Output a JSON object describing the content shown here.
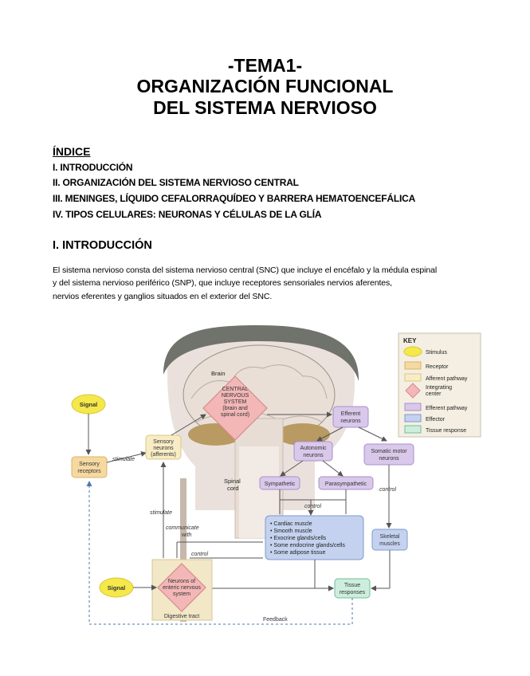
{
  "title": {
    "line1": "-TEMA1-",
    "line2": "ORGANIZACIÓN FUNCIONAL",
    "line3": "DEL SISTEMA NERVIOSO"
  },
  "indice": {
    "heading": "ÍNDICE",
    "items": [
      "I. INTRODUCCIÓN",
      "II. ORGANIZACIÓN DEL SISTEMA NERVIOSO CENTRAL",
      "III. MENINGES, LÍQUIDO CEFALORRAQUÍDEO Y BARRERA HEMATOENCEFÁLICA",
      "IV. TIPOS CELULARES: NEURONAS Y CÉLULAS DE LA GLÍA"
    ]
  },
  "section": {
    "heading": "I. INTRODUCCIÓN",
    "paragraph": [
      "El sistema nervioso consta del sistema nervioso central (SNC) que incluye el encéfalo y la médula espinal",
      "y del sistema nervioso periférico (SNP),  que incluye receptores sensoriales nervios aferentes,",
      " nervios eferentes y ganglios situados en el exterior del SNC."
    ]
  },
  "figure": {
    "key": {
      "heading": "KEY",
      "items": [
        "Stimulus",
        "Receptor",
        "Afferent pathway",
        "Integrating center",
        "Efferent pathway",
        "Effector",
        "Tissue response"
      ],
      "colors": [
        "#f5e84a",
        "#f6d9a0",
        "#f7ecc3",
        "#f3b7b7",
        "#d9c8ea",
        "#c4d2ef",
        "#cdeedd"
      ]
    },
    "labels": {
      "brain": "Brain",
      "cns": [
        "CENTRAL",
        "NERVOUS",
        "SYSTEM",
        "(brain and",
        "spinal cord)"
      ],
      "spinal_cord": [
        "Spinal",
        "cord"
      ],
      "signal_top": "Signal",
      "sensory_receptors": [
        "Sensory",
        "receptors"
      ],
      "stimulate_1": "stimulate",
      "sensory_neurons": [
        "Sensory",
        "neurons",
        "(afferents)"
      ],
      "stimulate_2": "stimulate",
      "communicate_with": [
        "communicate",
        "with"
      ],
      "control_1": "control",
      "efferent_neurons": [
        "Efferent",
        "neurons"
      ],
      "autonomic_neurons": [
        "Autonomic",
        "neurons"
      ],
      "somatic_motor_neurons": [
        "Somatic motor",
        "neurons"
      ],
      "sympathetic": "Sympathetic",
      "parasympathetic": "Parasympathetic",
      "control_2": "control",
      "control_3": "control",
      "effectors": [
        "• Cardiac muscle",
        "• Smooth muscle",
        "• Exocrine glands/cells",
        "• Some endocrine glands/cells",
        "• Some adipose tissue"
      ],
      "skeletal_muscles": [
        "Skeletal",
        "muscles"
      ],
      "signal_bottom": "Signal",
      "enteric": [
        "Neurons of",
        "enteric nervous",
        "system"
      ],
      "digestive_tract": "Digestive tract",
      "tissue_responses": [
        "Tissue",
        "responses"
      ],
      "feedback": "Feedback"
    }
  }
}
